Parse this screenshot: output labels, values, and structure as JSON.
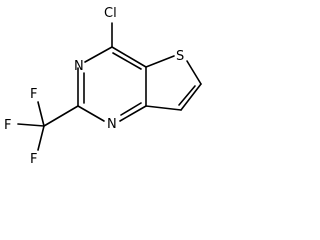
{
  "molecule": {
    "atoms": {
      "chlorine": "Cl",
      "nitrogen_top": "N",
      "nitrogen_bottom": "N",
      "sulfur": "S",
      "fluorine_1": "F",
      "fluorine_2": "F",
      "fluorine_3": "F"
    }
  }
}
